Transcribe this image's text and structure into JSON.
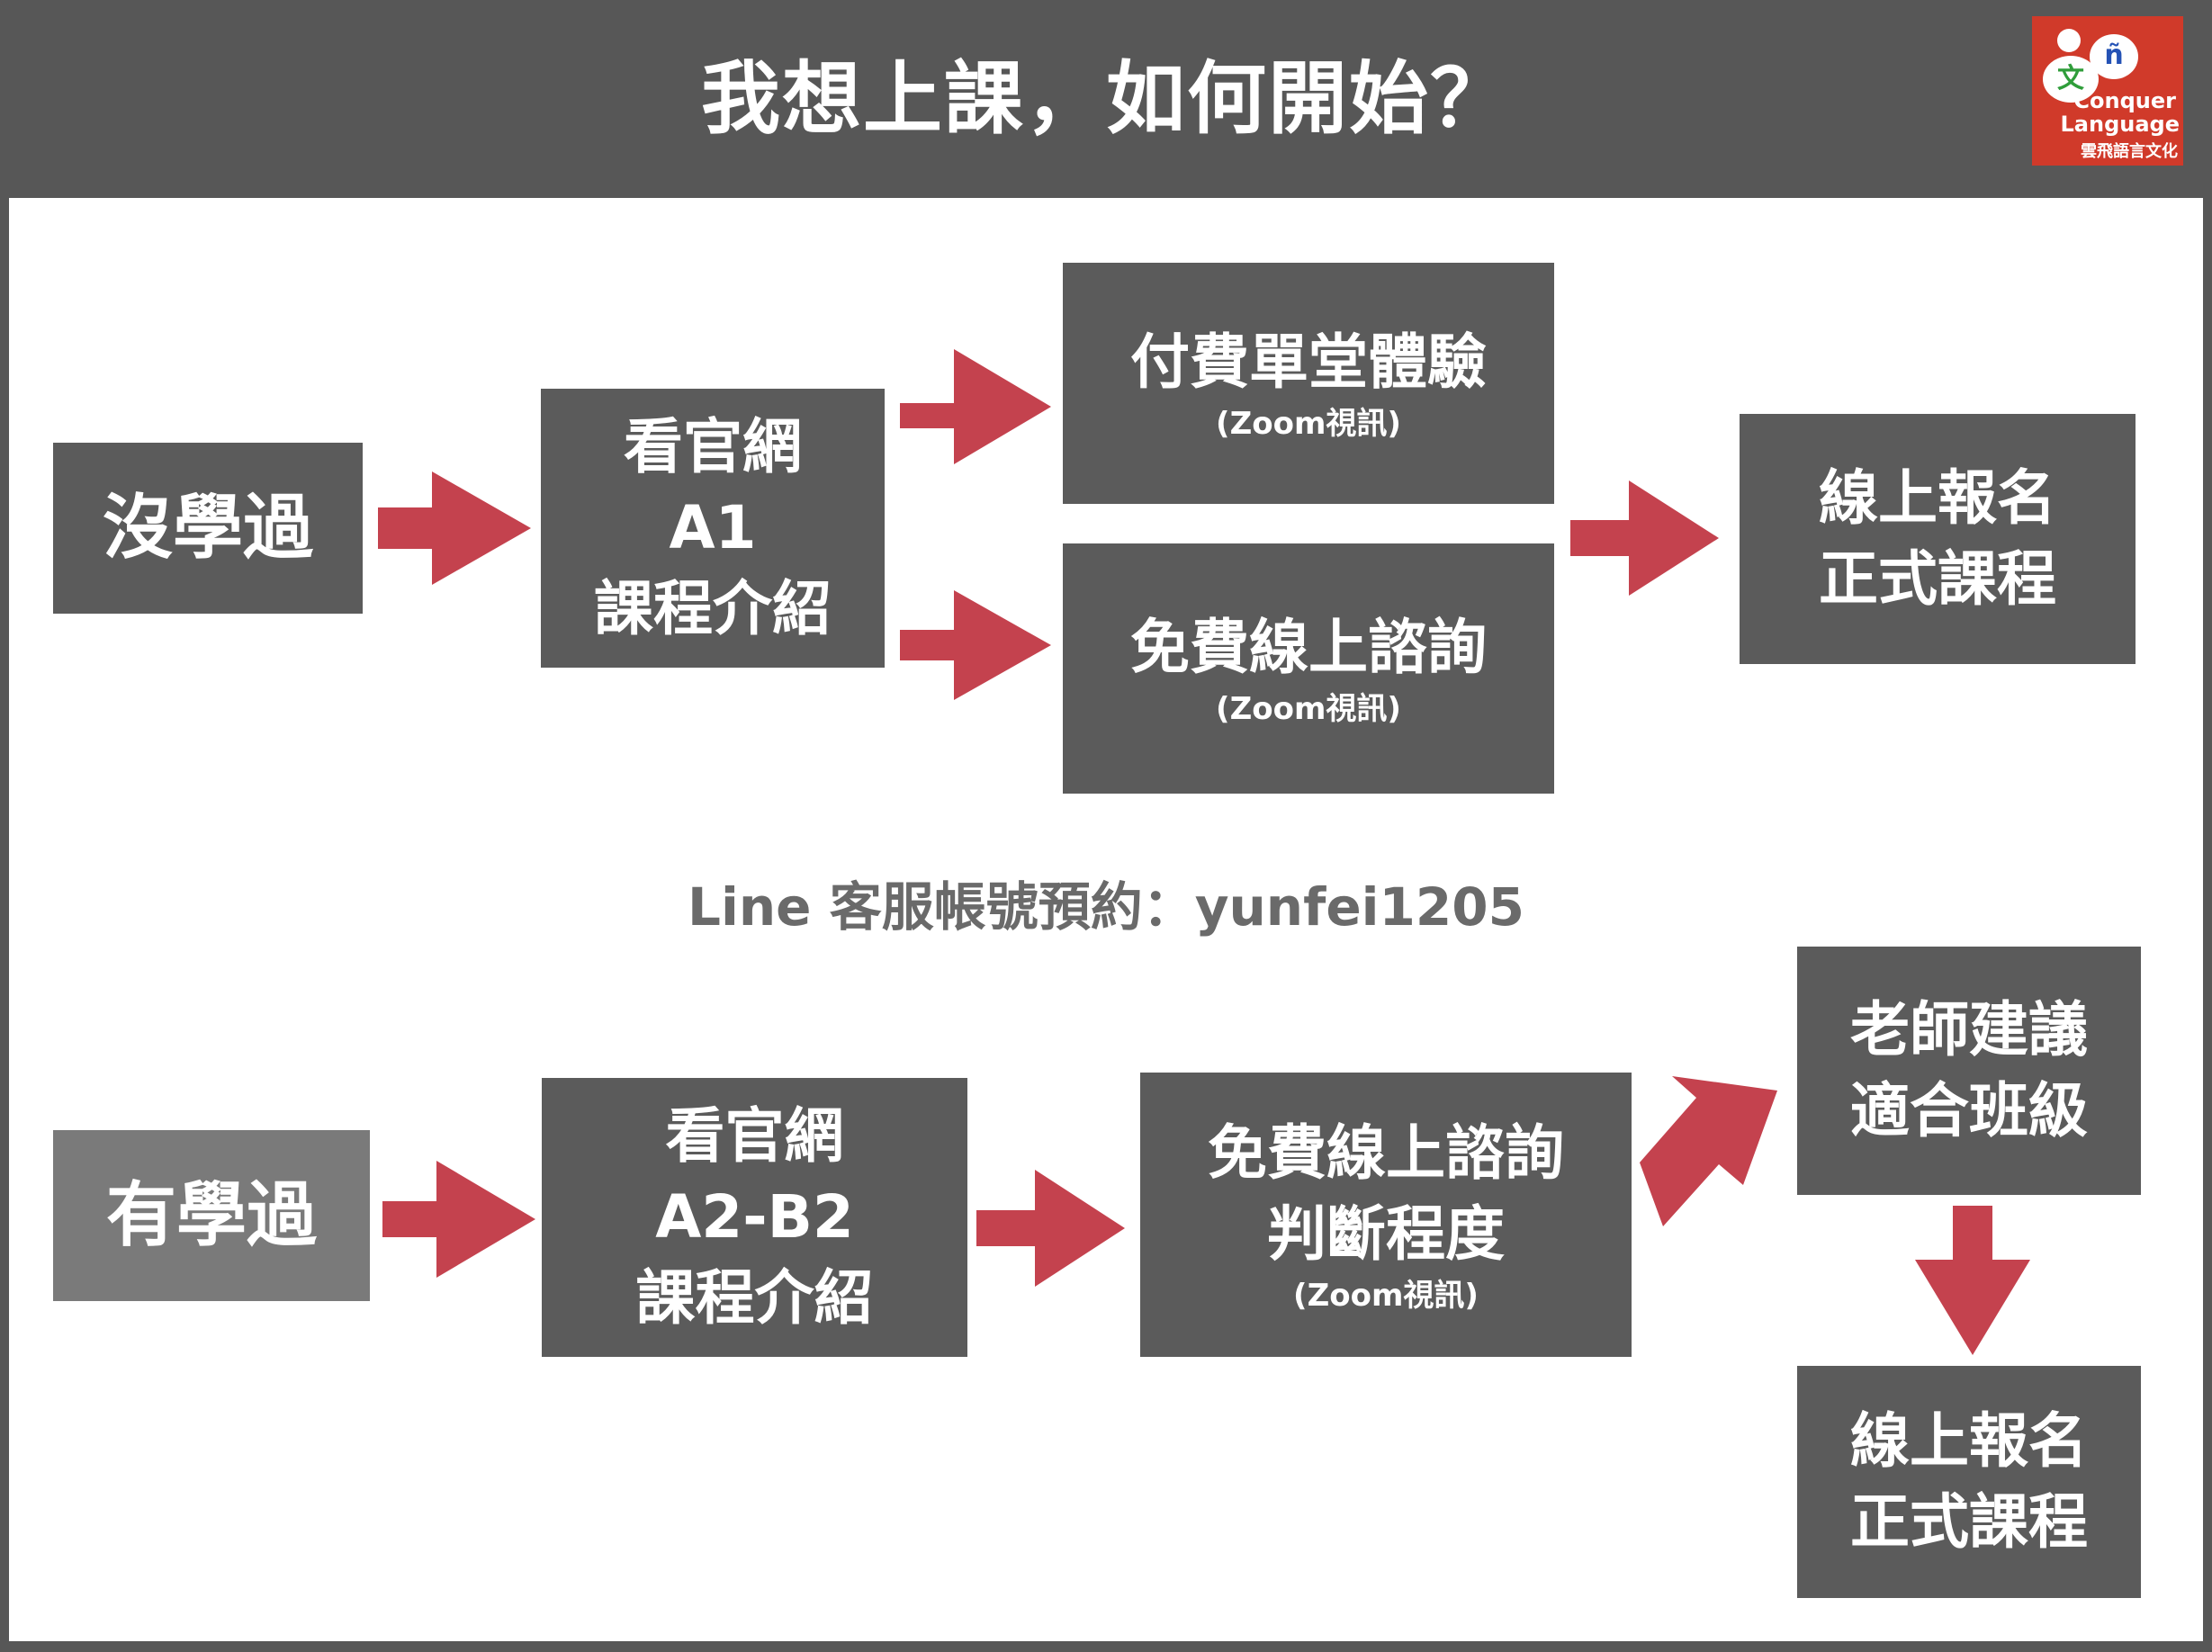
{
  "header": {
    "title": "我想上課，如何開始？"
  },
  "logo": {
    "glyph_left": "文",
    "glyph_right": "ñ",
    "brand_line1": "Conquer",
    "brand_line2": "Language",
    "brand_zh": "雲飛語言文化"
  },
  "flow_new": {
    "start": "沒學過",
    "step1": {
      "line1": "看官網",
      "line2": "A1",
      "line3": "課程介紹"
    },
    "trial": {
      "title": "付費單堂體驗",
      "note": "(Zoom視訊)"
    },
    "consult": {
      "title": "免費線上諮詢",
      "note": "(Zoom視訊)"
    },
    "register": {
      "line1": "線上報名",
      "line2": "正式課程"
    }
  },
  "contact": {
    "text": "Line 客服帳號預約：yunfei1205"
  },
  "flow_experienced": {
    "start": "有學過",
    "step1": {
      "line1": "看官網",
      "line2": "A2-B2",
      "line3": "課程介紹"
    },
    "consult": {
      "line1": "免費線上諮詢",
      "line2": "判斷程度",
      "note": "(Zoom視訊)"
    },
    "advice": {
      "line1": "老師建議",
      "line2": "適合班級"
    },
    "register": {
      "line1": "線上報名",
      "line2": "正式課程"
    }
  },
  "colors": {
    "box": "#5b5b5b",
    "box_light": "#7a7a7a",
    "arrow": "#c4424e",
    "frame": "#575757"
  }
}
